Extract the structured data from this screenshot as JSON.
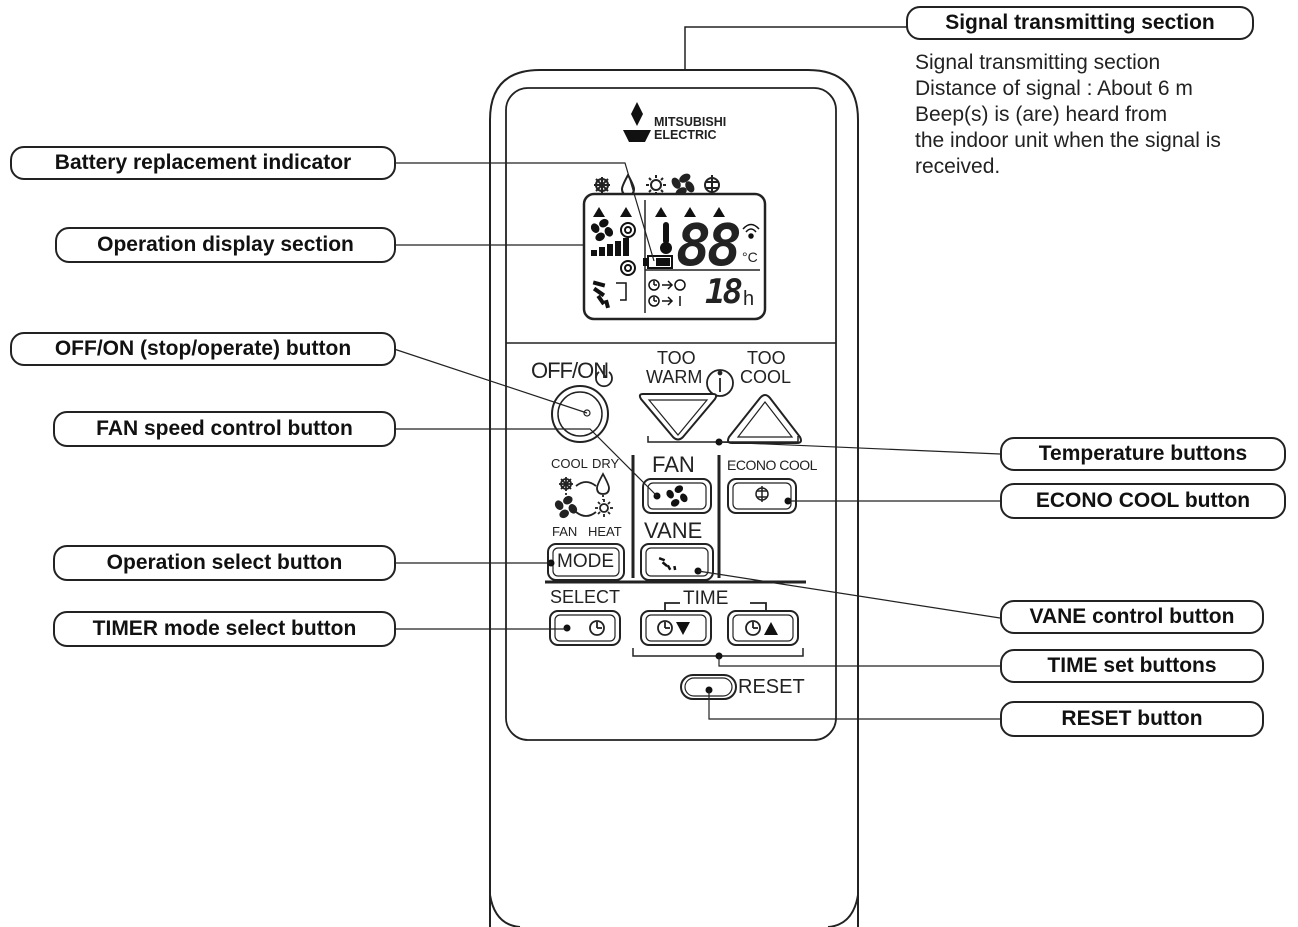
{
  "callouts": {
    "signal_section": "Signal transmitting section",
    "battery_indicator": "Battery replacement indicator",
    "operation_display": "Operation display section",
    "off_on_button": "OFF/ON (stop/operate) button",
    "fan_speed_button": "FAN speed control button",
    "operation_select": "Operation select button",
    "timer_mode_select": "TIMER mode select button",
    "temperature_buttons": "Temperature buttons",
    "econo_cool_button": "ECONO COOL button",
    "vane_control_button": "VANE control button",
    "time_set_buttons": "TIME set buttons",
    "reset_button": "RESET button"
  },
  "signal_description": [
    "Signal transmitting section",
    "Distance of signal : About 6 m",
    "Beep(s) is (are) heard from",
    "the indoor unit when the signal is",
    "received."
  ],
  "remote": {
    "brand_line1": "MITSUBISHI",
    "brand_line2": "ELECTRIC",
    "display_temp": "88",
    "display_temp_unit": "°C",
    "display_timer": "18",
    "display_timer_unit": "h",
    "off_on_label": "OFF/ON",
    "too_warm_line1": "TOO",
    "too_warm_line2": "WARM",
    "too_cool_line1": "TOO",
    "too_cool_line2": "COOL",
    "fan_label": "FAN",
    "econo_cool_label": "ECONO COOL",
    "vane_label": "VANE",
    "mode_cool": "COOL",
    "mode_dry": "DRY",
    "mode_fan": "FAN",
    "mode_heat": "HEAT",
    "mode_button": "MODE",
    "select_label": "SELECT",
    "time_label": "TIME",
    "reset_label": "RESET"
  }
}
